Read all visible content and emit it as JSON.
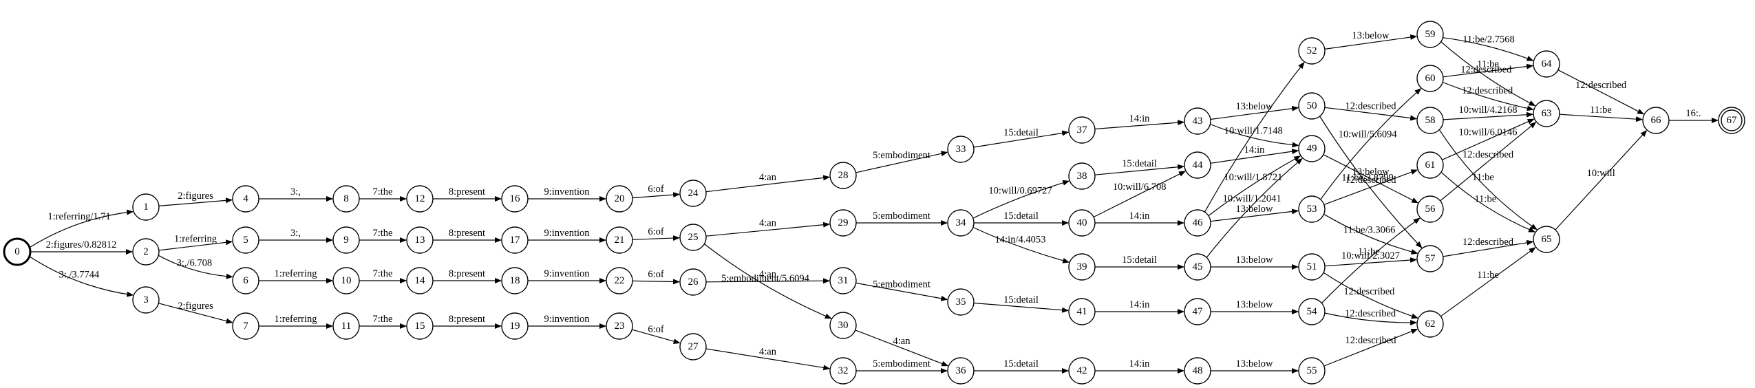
{
  "graph": {
    "start_node": "0",
    "final_node": "67",
    "nodes": [
      "0",
      "1",
      "2",
      "3",
      "4",
      "5",
      "6",
      "7",
      "8",
      "9",
      "10",
      "11",
      "12",
      "13",
      "14",
      "15",
      "16",
      "17",
      "18",
      "19",
      "20",
      "21",
      "22",
      "23",
      "24",
      "25",
      "26",
      "27",
      "28",
      "29",
      "30",
      "31",
      "32",
      "33",
      "34",
      "35",
      "36",
      "37",
      "38",
      "39",
      "40",
      "41",
      "42",
      "43",
      "44",
      "45",
      "46",
      "47",
      "48",
      "49",
      "50",
      "51",
      "52",
      "53",
      "54",
      "55",
      "56",
      "57",
      "58",
      "59",
      "60",
      "61",
      "62",
      "63",
      "64",
      "65",
      "66",
      "67"
    ],
    "edges": [
      {
        "from": "0",
        "to": "1",
        "label": "1:referring/1.71"
      },
      {
        "from": "0",
        "to": "2",
        "label": "2:figures/0.82812"
      },
      {
        "from": "0",
        "to": "3",
        "label": "3:,/3.7744"
      },
      {
        "from": "1",
        "to": "4",
        "label": "2:figures"
      },
      {
        "from": "2",
        "to": "5",
        "label": "1:referring"
      },
      {
        "from": "2",
        "to": "6",
        "label": "3:,/6.708"
      },
      {
        "from": "3",
        "to": "7",
        "label": "2:figures"
      },
      {
        "from": "4",
        "to": "8",
        "label": "3:,"
      },
      {
        "from": "5",
        "to": "9",
        "label": "3:,"
      },
      {
        "from": "6",
        "to": "10",
        "label": "1:referring"
      },
      {
        "from": "7",
        "to": "11",
        "label": "1:referring"
      },
      {
        "from": "8",
        "to": "12",
        "label": "7:the"
      },
      {
        "from": "9",
        "to": "13",
        "label": "7:the"
      },
      {
        "from": "10",
        "to": "14",
        "label": "7:the"
      },
      {
        "from": "11",
        "to": "15",
        "label": "7:the"
      },
      {
        "from": "12",
        "to": "16",
        "label": "8:present"
      },
      {
        "from": "13",
        "to": "17",
        "label": "8:present"
      },
      {
        "from": "14",
        "to": "18",
        "label": "8:present"
      },
      {
        "from": "15",
        "to": "19",
        "label": "8:present"
      },
      {
        "from": "16",
        "to": "20",
        "label": "9:invention"
      },
      {
        "from": "17",
        "to": "21",
        "label": "9:invention"
      },
      {
        "from": "18",
        "to": "22",
        "label": "9:invention"
      },
      {
        "from": "19",
        "to": "23",
        "label": "9:invention"
      },
      {
        "from": "20",
        "to": "24",
        "label": "6:of"
      },
      {
        "from": "21",
        "to": "25",
        "label": "6:of"
      },
      {
        "from": "22",
        "to": "26",
        "label": "6:of"
      },
      {
        "from": "23",
        "to": "27",
        "label": "6:of"
      },
      {
        "from": "24",
        "to": "28",
        "label": "4:an"
      },
      {
        "from": "25",
        "to": "29",
        "label": "4:an"
      },
      {
        "from": "25",
        "to": "30",
        "label": "5:embodiment/5.6094"
      },
      {
        "from": "26",
        "to": "31",
        "label": "4:an"
      },
      {
        "from": "27",
        "to": "32",
        "label": "4:an"
      },
      {
        "from": "28",
        "to": "33",
        "label": "5:embodiment"
      },
      {
        "from": "29",
        "to": "34",
        "label": "5:embodiment"
      },
      {
        "from": "30",
        "to": "36",
        "label": "4:an"
      },
      {
        "from": "31",
        "to": "35",
        "label": "5:embodiment"
      },
      {
        "from": "32",
        "to": "36",
        "label": "5:embodiment"
      },
      {
        "from": "33",
        "to": "37",
        "label": "15:detail"
      },
      {
        "from": "34",
        "to": "38",
        "label": "10:will/0.69727"
      },
      {
        "from": "34",
        "to": "40",
        "label": "15:detail"
      },
      {
        "from": "34",
        "to": "39",
        "label": "14:in/4.4053"
      },
      {
        "from": "35",
        "to": "41",
        "label": "15:detail"
      },
      {
        "from": "36",
        "to": "42",
        "label": "15:detail"
      },
      {
        "from": "37",
        "to": "43",
        "label": "14:in"
      },
      {
        "from": "38",
        "to": "44",
        "label": "15:detail"
      },
      {
        "from": "39",
        "to": "45",
        "label": "15:detail"
      },
      {
        "from": "40",
        "to": "44",
        "label": "10:will/6.708"
      },
      {
        "from": "40",
        "to": "46",
        "label": "14:in"
      },
      {
        "from": "41",
        "to": "47",
        "label": "14:in"
      },
      {
        "from": "42",
        "to": "48",
        "label": "14:in"
      },
      {
        "from": "43",
        "to": "50",
        "label": "13:below"
      },
      {
        "from": "43",
        "to": "49",
        "label": "10:will/1.7148"
      },
      {
        "from": "44",
        "to": "49",
        "label": "14:in"
      },
      {
        "from": "45",
        "to": "49",
        "label": "10:will/1.2041"
      },
      {
        "from": "45",
        "to": "51",
        "label": "13:below"
      },
      {
        "from": "46",
        "to": "49",
        "label": "10:will/1.8721"
      },
      {
        "from": "46",
        "to": "53",
        "label": "13:below"
      },
      {
        "from": "46",
        "to": "52",
        "label": ""
      },
      {
        "from": "47",
        "to": "54",
        "label": "13:below"
      },
      {
        "from": "48",
        "to": "55",
        "label": "13:below"
      },
      {
        "from": "49",
        "to": "56",
        "label": "13:below"
      },
      {
        "from": "50",
        "to": "58",
        "label": "12:described"
      },
      {
        "from": "50",
        "to": "57",
        "label": "11:be/3.8799"
      },
      {
        "from": "51",
        "to": "57",
        "label": "10:will/2.3027"
      },
      {
        "from": "51",
        "to": "62",
        "label": "12:described"
      },
      {
        "from": "52",
        "to": "59",
        "label": "13:below"
      },
      {
        "from": "53",
        "to": "60",
        "label": "10:will/5.6094"
      },
      {
        "from": "53",
        "to": "61",
        "label": "12:described"
      },
      {
        "from": "53",
        "to": "57",
        "label": "11:be/3.3066"
      },
      {
        "from": "54",
        "to": "56",
        "label": "11:be"
      },
      {
        "from": "54",
        "to": "62",
        "label": "12:described"
      },
      {
        "from": "55",
        "to": "62",
        "label": "12:described"
      },
      {
        "from": "56",
        "to": "63",
        "label": "12:described"
      },
      {
        "from": "57",
        "to": "65",
        "label": "12:described"
      },
      {
        "from": "58",
        "to": "63",
        "label": "10:will/4.2168"
      },
      {
        "from": "58",
        "to": "65",
        "label": "11:be"
      },
      {
        "from": "59",
        "to": "64",
        "label": "11:be/2.7568"
      },
      {
        "from": "59",
        "to": "63",
        "label": "12:described"
      },
      {
        "from": "60",
        "to": "64",
        "label": "11:be"
      },
      {
        "from": "60",
        "to": "63",
        "label": "12:described"
      },
      {
        "from": "61",
        "to": "63",
        "label": "10:will/6.0146"
      },
      {
        "from": "61",
        "to": "65",
        "label": "11:be"
      },
      {
        "from": "62",
        "to": "65",
        "label": "11:be"
      },
      {
        "from": "63",
        "to": "66",
        "label": "11:be"
      },
      {
        "from": "64",
        "to": "66",
        "label": "12:described"
      },
      {
        "from": "65",
        "to": "66",
        "label": "10:will"
      },
      {
        "from": "66",
        "to": "67",
        "label": "16:."
      }
    ]
  }
}
